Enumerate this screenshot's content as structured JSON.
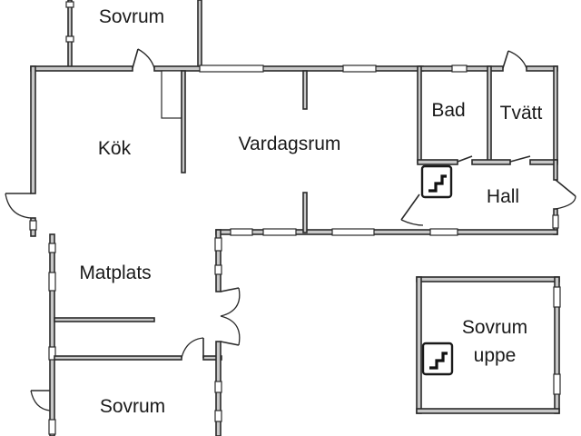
{
  "rooms": {
    "sovrum_top": "Sovrum",
    "kok": "Kök",
    "vardagsrum": "Vardagsrum",
    "bad": "Bad",
    "tvatt": "Tvätt",
    "hall": "Hall",
    "matplats": "Matplats",
    "sovrum_bottom": "Sovrum",
    "sovrum_uppe_line1": "Sovrum",
    "sovrum_uppe_line2": "uppe"
  },
  "icons": {
    "stairs": "stairs-icon"
  }
}
